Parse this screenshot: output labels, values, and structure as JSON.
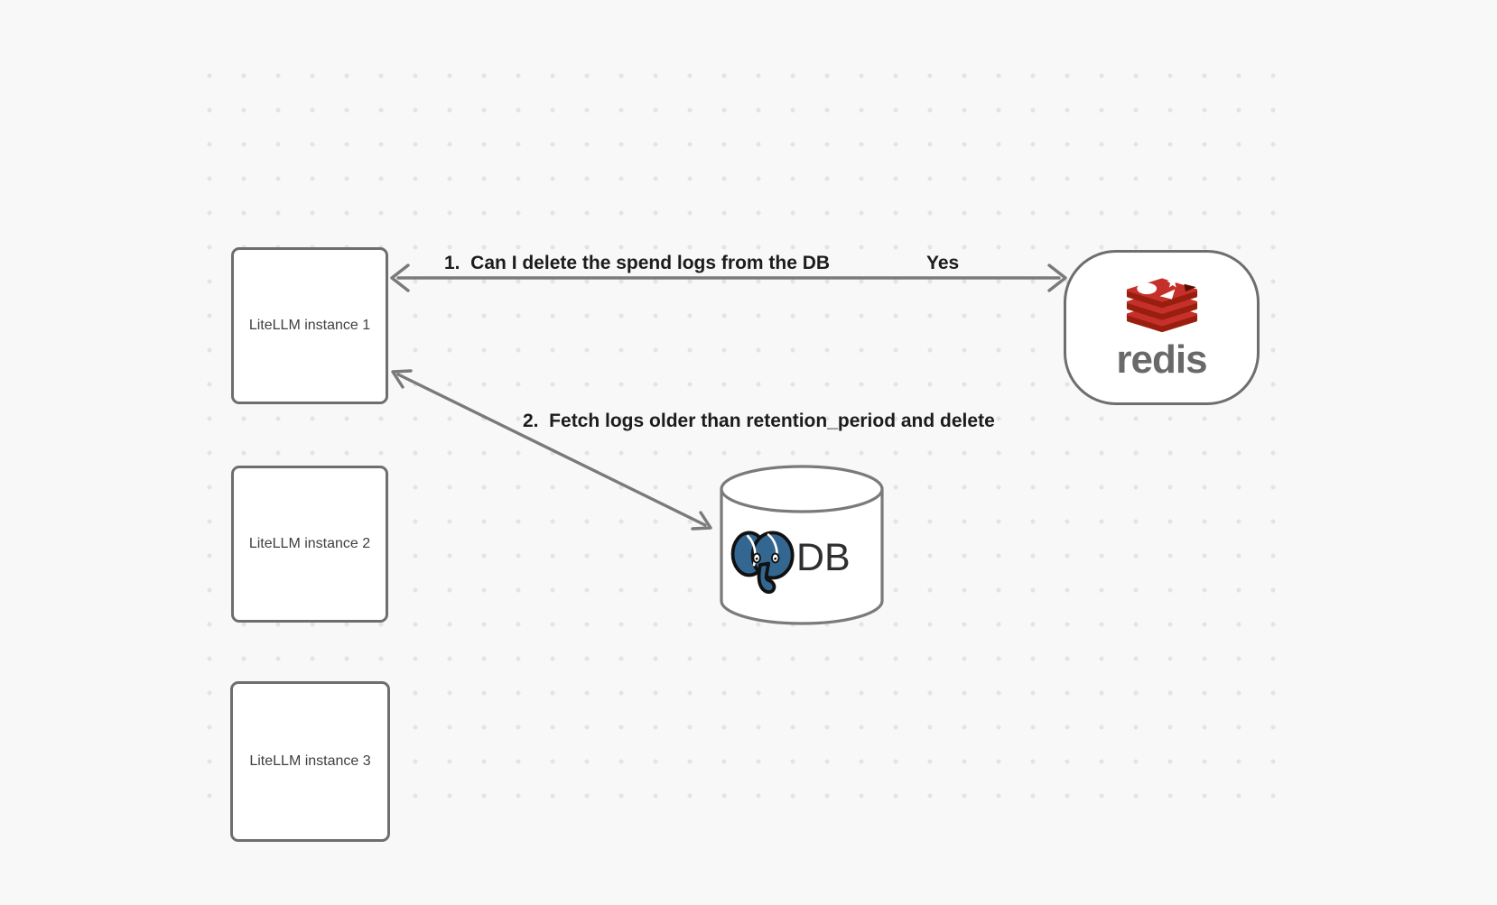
{
  "background": {
    "color": "#f8f8f8",
    "dot_color": "#e4e4e4"
  },
  "colors": {
    "node_border": "#6e6e6e",
    "arrow": "#7a7a7a",
    "edge_label_text": "#1c1c1c",
    "node_label_text": "#3f3f3f",
    "redis_red": "#c6302b",
    "redis_red_dark": "#9a1e10",
    "redis_notch_dark": "#5a0d04",
    "redis_wordmark_gray": "#696969",
    "postgres_blue": "#336791",
    "db_text": "#2f2f2f"
  },
  "nodes": {
    "litellm_instances": [
      {
        "label": "LiteLLM instance 1"
      },
      {
        "label": "LiteLLM instance 2"
      },
      {
        "label": "LiteLLM instance 3"
      }
    ],
    "redis": {
      "wordmark": "redis"
    },
    "database": {
      "label": "DB"
    }
  },
  "edges": [
    {
      "from": "redis",
      "to": "litellm-instance-1",
      "label": "1.  Can I delete the spend logs from the DB",
      "response_label": "Yes",
      "direction": "bidirectional"
    },
    {
      "from": "litellm-instance-1",
      "to": "database",
      "label": "2.  Fetch logs older than retention_period and delete",
      "direction": "bidirectional"
    }
  ],
  "icons": {
    "redis_logo": "redis-logo-icon",
    "postgres_elephant": "postgresql-elephant-icon",
    "db_cylinder": "database-cylinder-icon"
  }
}
